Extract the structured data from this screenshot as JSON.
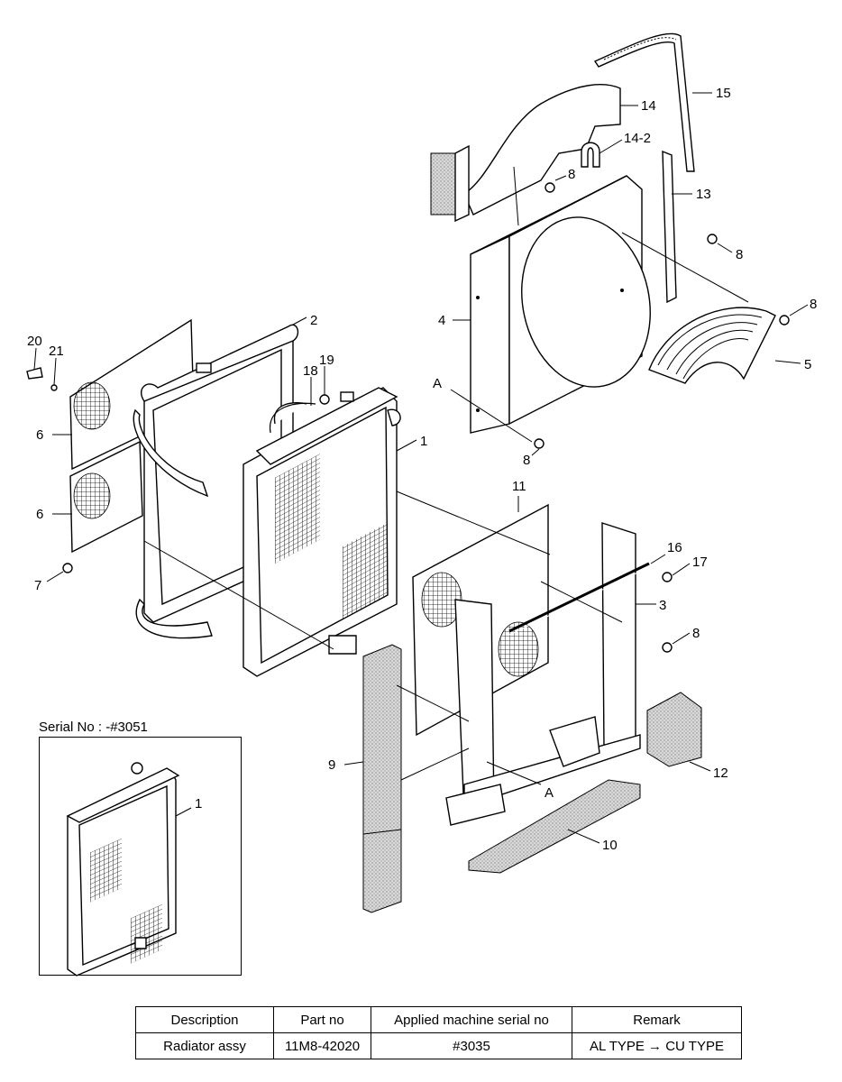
{
  "callouts": {
    "c1": "1",
    "c1b": "1",
    "c2": "2",
    "c3": "3",
    "c4": "4",
    "c5": "5",
    "c6a": "6",
    "c6b": "6",
    "c7": "7",
    "c8a": "8",
    "c8b": "8",
    "c8c": "8",
    "c8d": "8",
    "c8e": "8",
    "c9": "9",
    "c10": "10",
    "c11": "11",
    "c12": "12",
    "c13": "13",
    "c14": "14",
    "c14_2": "14-2",
    "c15": "15",
    "c16": "16",
    "c17": "17",
    "c18": "18",
    "c19": "19",
    "c20": "20",
    "c21": "21",
    "cA1": "A",
    "cA2": "A"
  },
  "serial_box": {
    "title": "Serial No : -#3051"
  },
  "table": {
    "headers": [
      "Description",
      "Part no",
      "Applied machine serial no",
      "Remark"
    ],
    "row": [
      "Radiator assy",
      "11M8-42020",
      "#3035",
      "AL TYPE → CU TYPE"
    ]
  }
}
